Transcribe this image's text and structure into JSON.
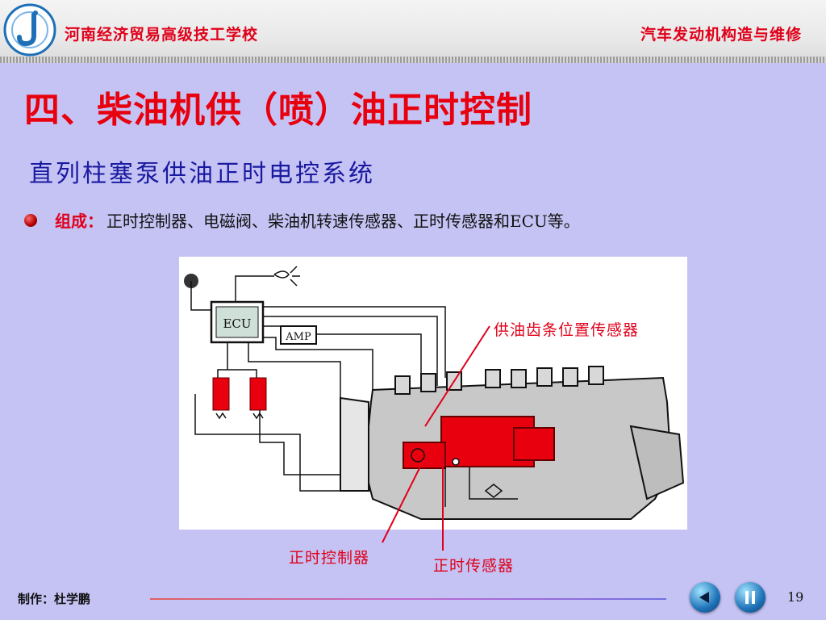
{
  "header": {
    "school": "河南经济贸易高级技工学校",
    "course": "汽车发动机构造与维修"
  },
  "slide": {
    "title": "四、柴油机供（喷）油正时控制",
    "subtitle": "直列柱塞泵供油正时电控系统",
    "bullet_label": "组成：",
    "bullet_text": "正时控制器、电磁阀、柴油机转速传感器、正时传感器和ECU等。"
  },
  "diagram": {
    "ecu_label": "ECU",
    "amp_label": "AMP",
    "callout_rack_sensor": "供油齿条位置传感器",
    "callout_timing_controller": "正时控制器",
    "callout_timing_sensor": "正时传感器"
  },
  "footer": {
    "author": "制作：杜学鹏",
    "page_number": "19"
  },
  "colors": {
    "background": "#c5c3f4",
    "accent_red": "#e0001a",
    "subtitle_blue": "#1a1aa0"
  }
}
